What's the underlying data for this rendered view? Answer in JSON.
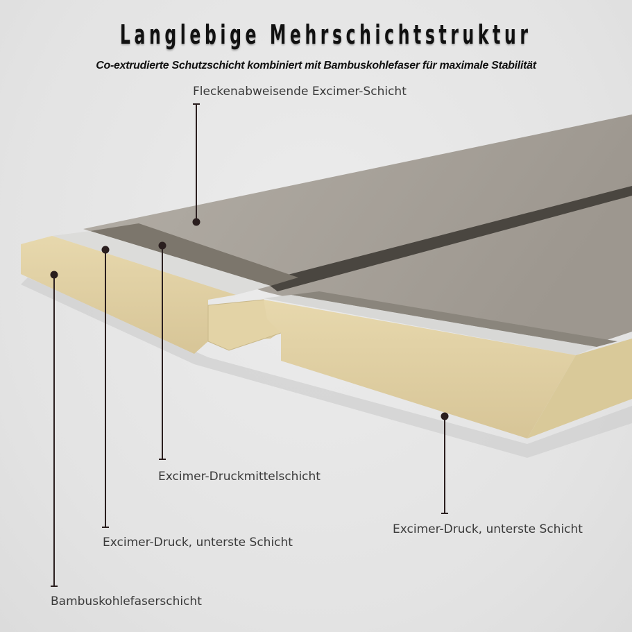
{
  "header": {
    "title": "Langlebige Mehrschichtstruktur",
    "subtitle": "Co-extrudierte Schutzschicht kombiniert mit Bambuskohlefaser für maximale Stabilität"
  },
  "callouts": [
    {
      "label": "Fleckenabweisende Excimer-Schicht"
    },
    {
      "label": "Excimer-Druckmittelschicht"
    },
    {
      "label": "Excimer-Druck, unterste Schicht"
    },
    {
      "label": "Bambuskohlefaserschicht"
    },
    {
      "label": "Excimer-Druck, unterste Schicht"
    }
  ],
  "colors": {
    "wood_top": "#aaa59d",
    "core": "#e2d2a8",
    "strip": "#d8d8d6",
    "line": "#2a1e1e"
  }
}
